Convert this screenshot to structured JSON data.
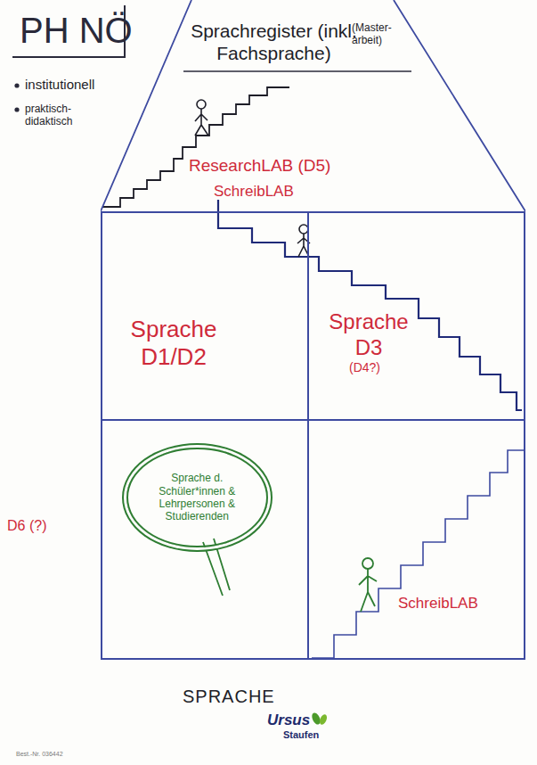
{
  "diagram": {
    "title": "PH NÖ",
    "nodes": [
      {
        "text": [
          "Sprachregister (inkl. Fachsprache)",
          "(Master-arbeit)",
          "ResearchLAB (D5)",
          "SchreibLAB"
        ]
      },
      {
        "text": [
          "SPRACHE"
        ]
      },
      {
        "text": [
          "Sprache D1/D2"
        ],
        "in": 1
      },
      {
        "text": [
          "Sprache D3",
          "(D4?)"
        ],
        "in": 1
      },
      {
        "text": [
          "Sprache d. Schüler*innen & Lehrpersonen & Studierenden"
        ],
        "in": 1
      },
      {
        "text": [
          "SchreibLAB"
        ],
        "in": 1
      }
    ],
    "labels": [
      "institutionell",
      "praktisch-didaktisch",
      "D6 (?)",
      "Ursus",
      "Staufen",
      "Best.-Nr. 036442"
    ]
  }
}
